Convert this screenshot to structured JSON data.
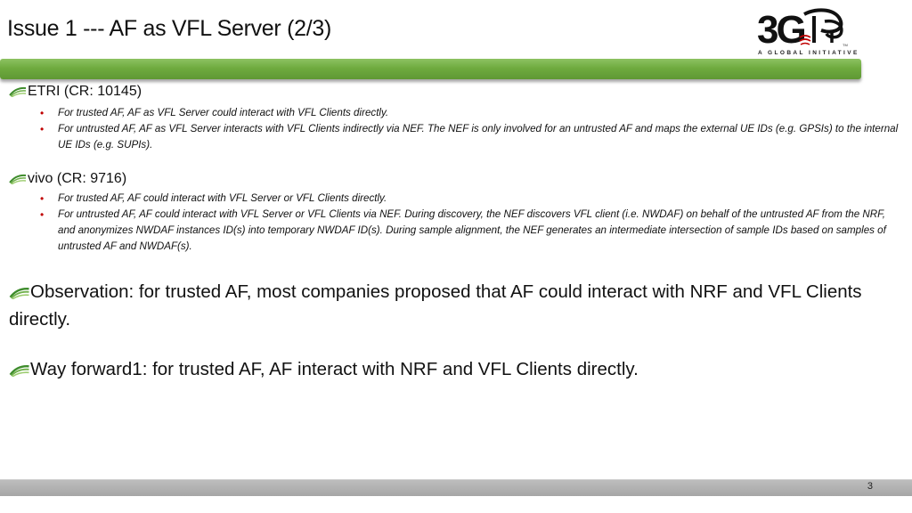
{
  "slide": {
    "title": "Issue 1 --- AF as VFL Server (2/3)",
    "logo": {
      "text": "3GPP",
      "tagline": "A GLOBAL INITIATIVE",
      "trademark": "TM"
    },
    "sections": [
      {
        "heading": "ETRI (CR: 10145)",
        "bullets": [
          "For trusted AF, AF as VFL Server could interact with VFL Clients directly.",
          "For untrusted AF, AF as VFL Server interacts with VFL Clients indirectly via NEF. The NEF is only involved for an untrusted AF and maps the external UE IDs (e.g. GPSIs) to the internal UE IDs (e.g. SUPIs)."
        ]
      },
      {
        "heading": "vivo (CR: 9716)",
        "bullets": [
          "For trusted AF, AF could interact with VFL Server or VFL Clients directly.",
          "For untrusted AF, AF could interact with VFL Server or VFL Clients via NEF. During discovery, the NEF discovers VFL client (i.e. NWDAF) on behalf of the untrusted AF from the NRF, and anonymizes NWDAF instances ID(s) into temporary NWDAF ID(s). During sample alignment, the NEF generates an intermediate intersection of sample IDs based on samples of untrusted AF and NWDAF(s)."
        ]
      }
    ],
    "observation": "Observation: for trusted AF, most companies proposed that AF could interact with NRF and VFL Clients directly.",
    "way_forward": "Way forward1: for trusted AF, AF interact with NRF and VFL Clients directly.",
    "page_number": "3",
    "bullet_glyph": "•",
    "colors": {
      "accent_green": "#6fab3f",
      "bullet_red": "#c00000",
      "footer_gray": "#a6a6a6"
    }
  }
}
